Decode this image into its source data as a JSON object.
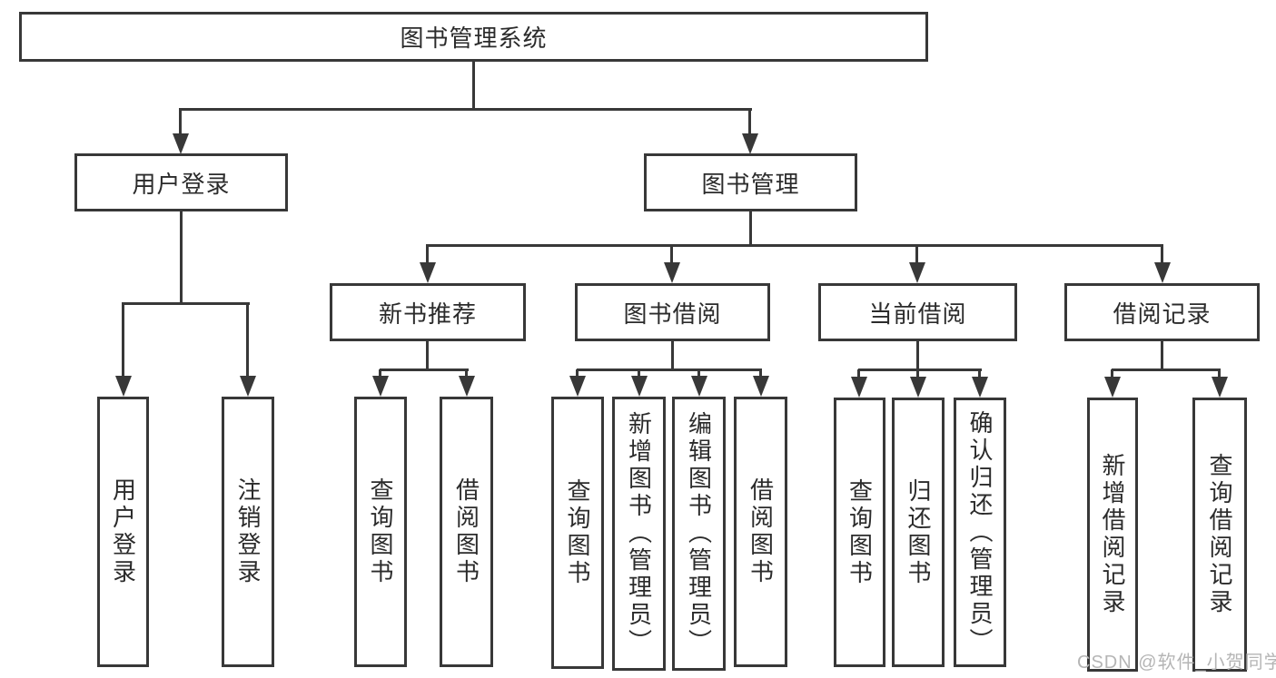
{
  "diagram": {
    "colors": {
      "line": "#383838",
      "text": "#2b2b2b",
      "box_fill": "#ffffff",
      "background": "#ffffff",
      "watermark": "#b5b5b5"
    },
    "root": {
      "label": "图书管理系统"
    },
    "level2": {
      "user_login": {
        "label": "用户登录"
      },
      "book_mgmt": {
        "label": "图书管理"
      }
    },
    "level3": {
      "new_book": {
        "label": "新书推荐"
      },
      "book_borrow": {
        "label": "图书借阅"
      },
      "current_borrow": {
        "label": "当前借阅"
      },
      "borrow_record": {
        "label": "借阅记录"
      }
    },
    "leaves": {
      "user_login": [
        "用户登录",
        "注销登录"
      ],
      "new_book": [
        "查询图书",
        "借阅图书"
      ],
      "book_borrow": [
        "查询图书",
        "新增图书（管理员）",
        "编辑图书（管理员）",
        "借阅图书"
      ],
      "current_borrow": [
        "查询图书",
        "归还图书",
        "确认归还（管理员）"
      ],
      "borrow_record": [
        "新增借阅记录",
        "查询借阅记录"
      ]
    },
    "watermark": "CSDN @软件_小贺同学"
  }
}
